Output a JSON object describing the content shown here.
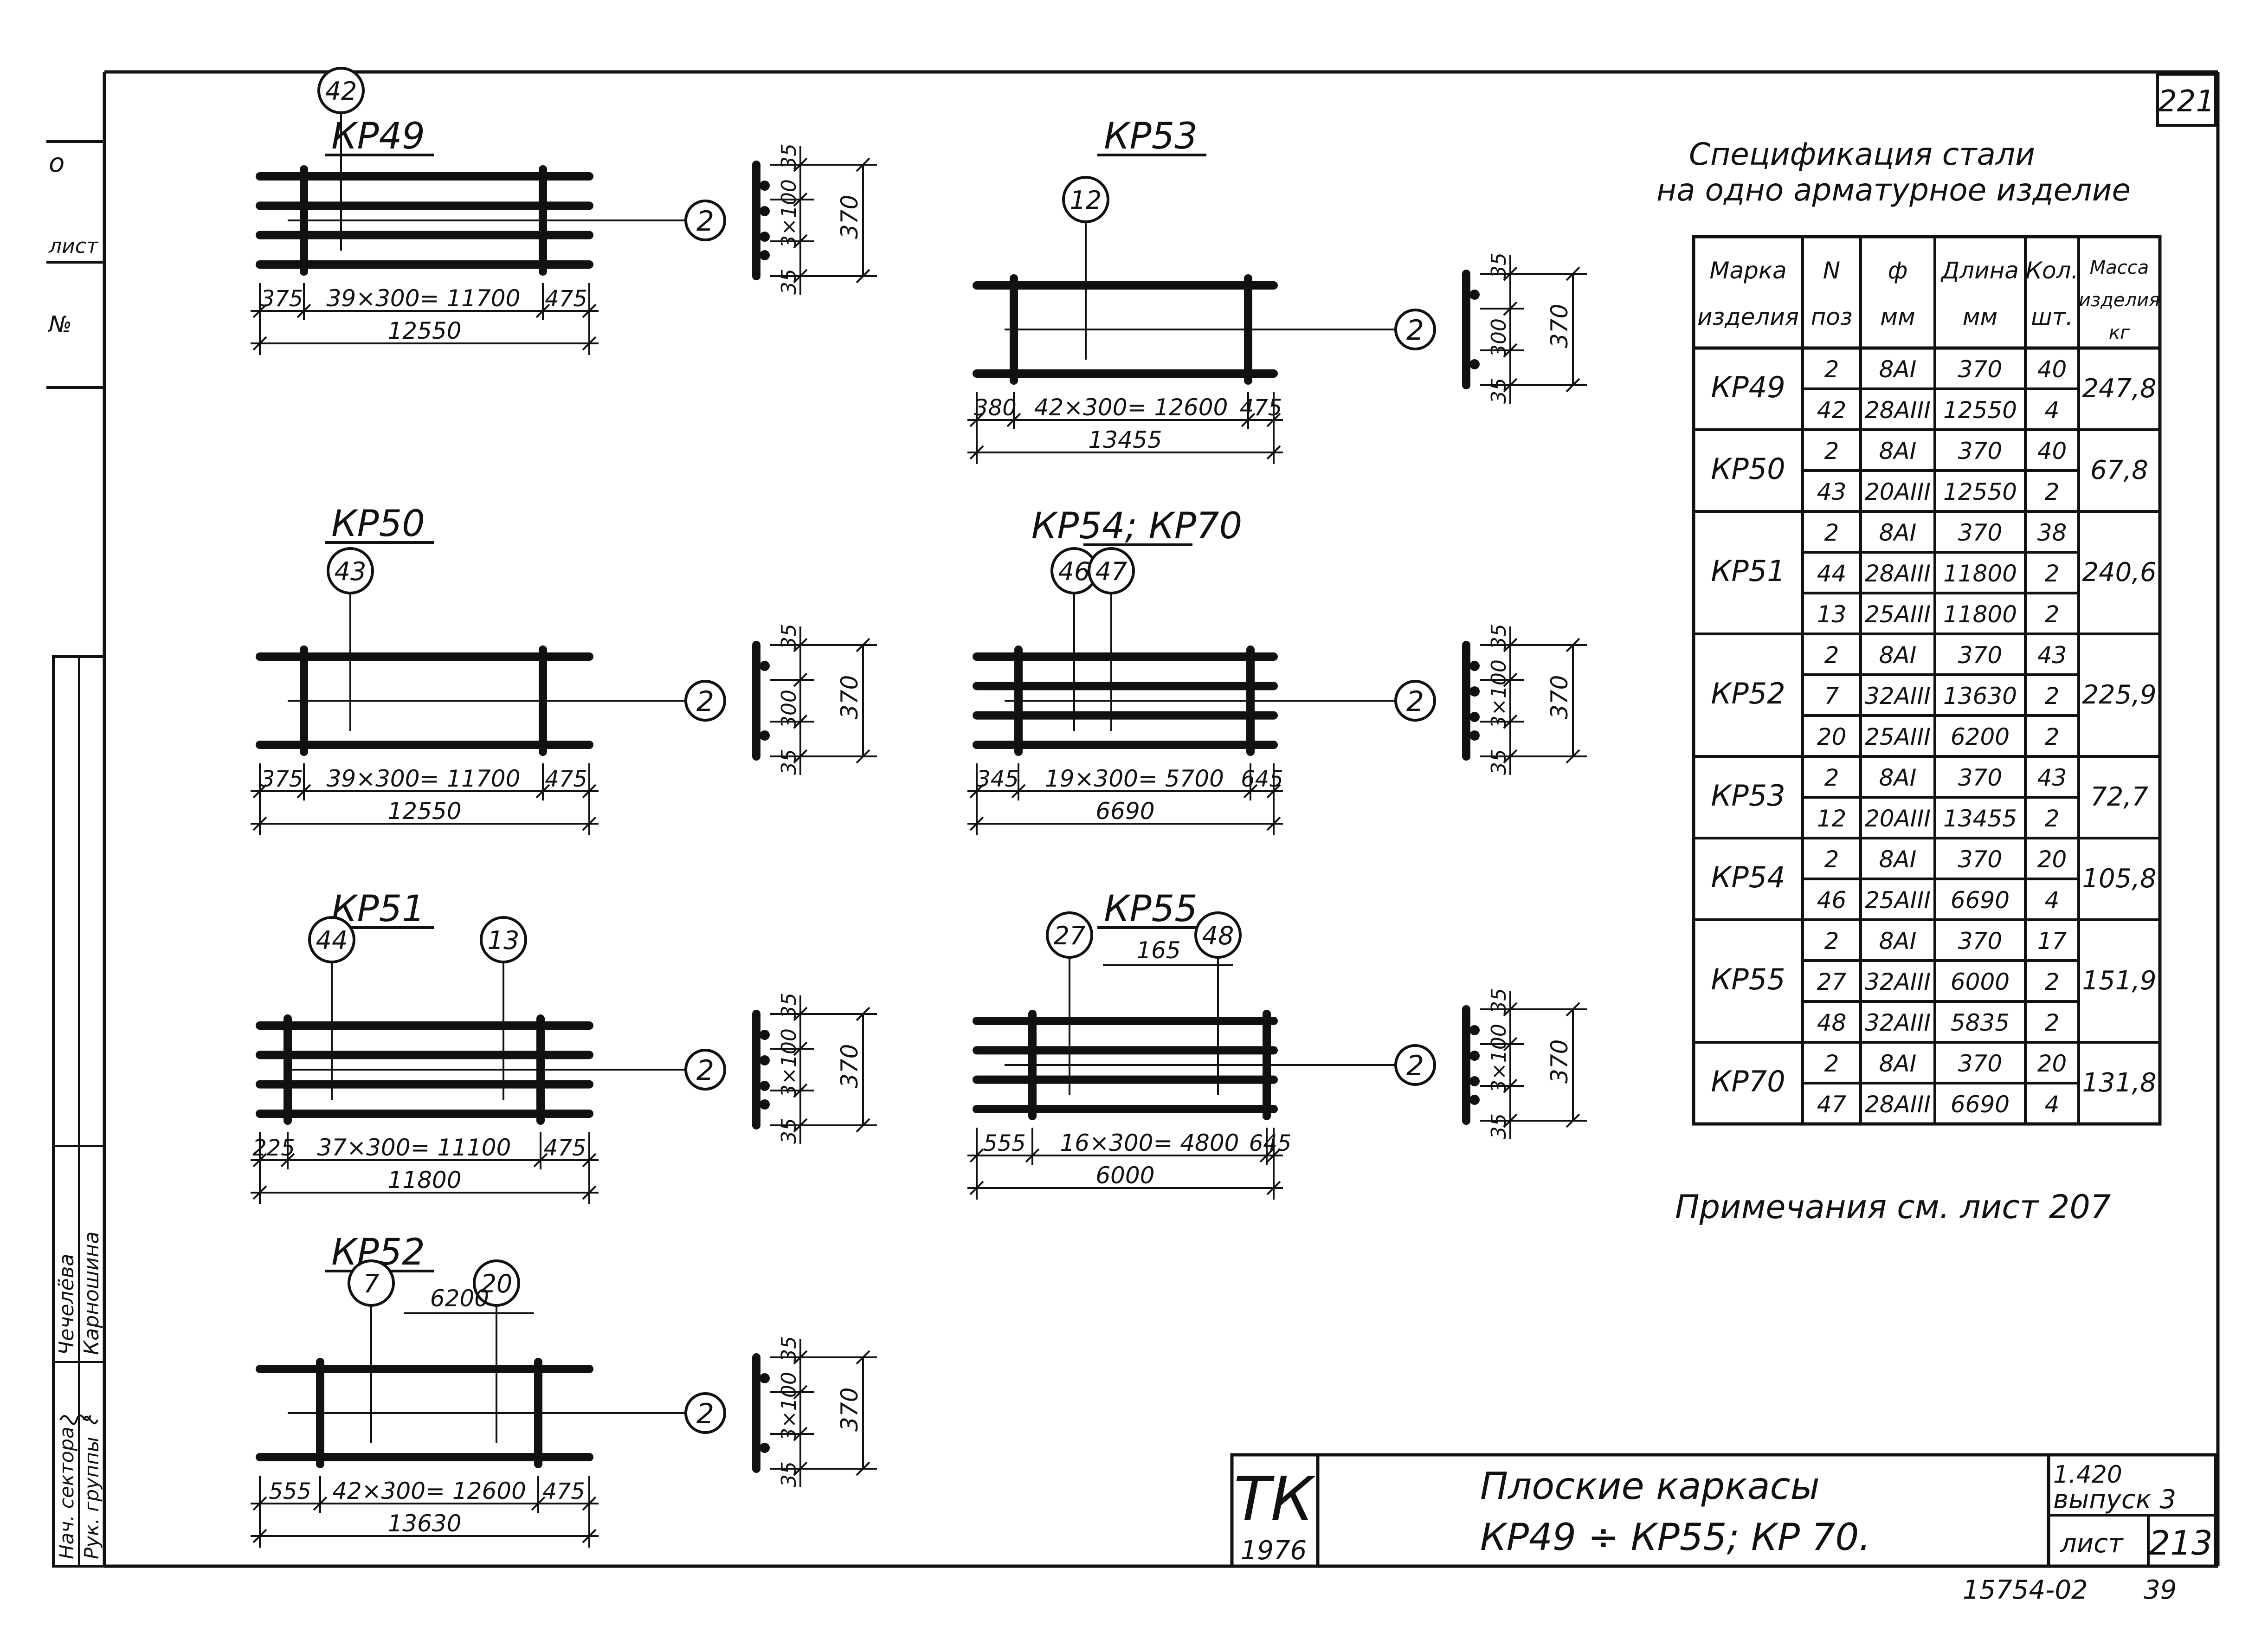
{
  "sheet": {
    "corner_number": "221",
    "notes": "Примечания см. лист 207",
    "bottom_code": "15754-02",
    "bottom_code2": "39",
    "left_strip": {
      "top_labels": [
        "о",
        "лист",
        "№"
      ],
      "roles": [
        "Нач. сектора",
        "Рук. группы"
      ],
      "names": [
        "Чечелёва",
        "Карношина"
      ]
    }
  },
  "titleblock": {
    "org": "ТК",
    "year": "1976",
    "title_line1": "Плоские каркасы",
    "title_line2": "КР49 ÷ КР55; КР 70.",
    "series": "1.420",
    "issue": "выпуск 3",
    "sheet_label": "лист",
    "sheet_no": "213"
  },
  "spec": {
    "title_line1": "Спецификация стали",
    "title_line2": "на одно арматурное изделие",
    "headers": [
      [
        "Марка",
        "изделия"
      ],
      [
        "N",
        "поз"
      ],
      [
        "ф",
        "мм"
      ],
      [
        "Длина",
        "мм"
      ],
      [
        "Кол.",
        "шт."
      ],
      [
        "Масса",
        "изделия",
        "кг"
      ]
    ],
    "groups": [
      {
        "mark": "КР49",
        "mass": "247,8",
        "rows": [
          [
            "2",
            "8АI",
            "370",
            "40"
          ],
          [
            "42",
            "28АIII",
            "12550",
            "4"
          ]
        ]
      },
      {
        "mark": "КР50",
        "mass": "67,8",
        "rows": [
          [
            "2",
            "8АI",
            "370",
            "40"
          ],
          [
            "43",
            "20АIII",
            "12550",
            "2"
          ]
        ]
      },
      {
        "mark": "КР51",
        "mass": "240,6",
        "rows": [
          [
            "2",
            "8АI",
            "370",
            "38"
          ],
          [
            "44",
            "28АIII",
            "11800",
            "2"
          ],
          [
            "13",
            "25АIII",
            "11800",
            "2"
          ]
        ]
      },
      {
        "mark": "КР52",
        "mass": "225,9",
        "rows": [
          [
            "2",
            "8АI",
            "370",
            "43"
          ],
          [
            "7",
            "32АIII",
            "13630",
            "2"
          ],
          [
            "20",
            "25АIII",
            "6200",
            "2"
          ]
        ]
      },
      {
        "mark": "КР53",
        "mass": "72,7",
        "rows": [
          [
            "2",
            "8АI",
            "370",
            "43"
          ],
          [
            "12",
            "20АIII",
            "13455",
            "2"
          ]
        ]
      },
      {
        "mark": "КР54",
        "mass": "105,8",
        "rows": [
          [
            "2",
            "8АI",
            "370",
            "20"
          ],
          [
            "46",
            "25АIII",
            "6690",
            "4"
          ]
        ]
      },
      {
        "mark": "КР55",
        "mass": "151,9",
        "rows": [
          [
            "2",
            "8АI",
            "370",
            "17"
          ],
          [
            "27",
            "32АIII",
            "6000",
            "2"
          ],
          [
            "48",
            "32АIII",
            "5835",
            "2"
          ]
        ]
      },
      {
        "mark": "КР70",
        "mass": "131,8",
        "rows": [
          [
            "2",
            "8АI",
            "370",
            "20"
          ],
          [
            "47",
            "28АIII",
            "6690",
            "4"
          ]
        ]
      }
    ]
  },
  "frames": [
    {
      "title": "КР49",
      "callouts": [
        "42"
      ],
      "bar_count": 4,
      "dims": [
        "375",
        "39×300= 11700",
        "475"
      ],
      "total": "12550",
      "section_pos": "2",
      "section_dims": [
        "35",
        "3×100",
        "35",
        "370"
      ]
    },
    {
      "title": "КР50",
      "callouts": [
        "43"
      ],
      "bar_count": 2,
      "dims": [
        "375",
        "39×300= 11700",
        "475"
      ],
      "total": "12550",
      "section_pos": "2",
      "section_dims": [
        "35",
        "300",
        "35",
        "370"
      ]
    },
    {
      "title": "КР51",
      "callouts": [
        "44",
        "13"
      ],
      "bar_count": 4,
      "dims": [
        "225",
        "37×300= 11100",
        "475"
      ],
      "total": "11800",
      "section_pos": "2",
      "section_dims": [
        "35",
        "3×100",
        "35",
        "370"
      ]
    },
    {
      "title": "КР52",
      "callouts": [
        "7",
        "20"
      ],
      "bar_count": 2,
      "extra": "6200",
      "dims": [
        "555",
        "42×300= 12600",
        "475"
      ],
      "total": "13630",
      "section_pos": "2",
      "section_dims": [
        "35",
        "3×100",
        "35",
        "370"
      ]
    },
    {
      "title": "КР53",
      "callouts": [
        "12"
      ],
      "bar_count": 2,
      "dims": [
        "380",
        "42×300= 12600",
        "475"
      ],
      "total": "13455",
      "section_pos": "2",
      "section_dims": [
        "35",
        "300",
        "35",
        "370"
      ]
    },
    {
      "title": "КР54; КР70",
      "callouts": [
        "46",
        "47"
      ],
      "bar_count": 4,
      "dims": [
        "345",
        "19×300= 5700",
        "645"
      ],
      "total": "6690",
      "section_pos": "2",
      "section_dims": [
        "35",
        "3×100",
        "35",
        "370"
      ]
    },
    {
      "title": "КР55",
      "callouts": [
        "27",
        "48"
      ],
      "bar_count": 4,
      "extra": "165",
      "dims": [
        "555",
        "16×300= 4800",
        "645"
      ],
      "total": "6000",
      "section_pos": "2",
      "section_dims": [
        "35",
        "3×100",
        "35",
        "370"
      ]
    }
  ]
}
